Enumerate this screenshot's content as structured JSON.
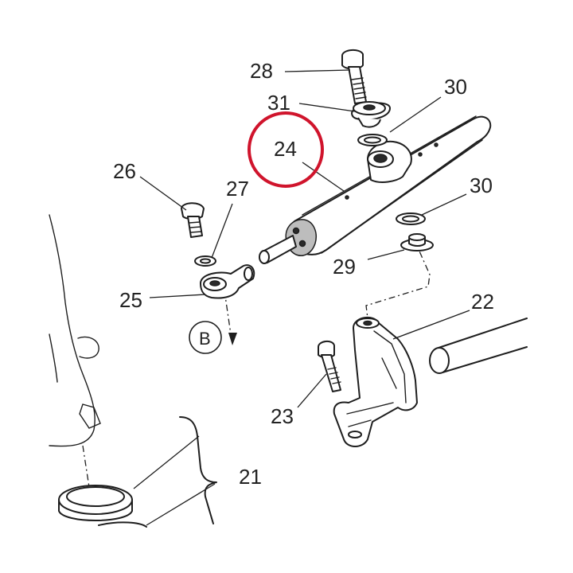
{
  "diagram": {
    "highlight_color": "#d0142c",
    "line_color": "#1e1e1e",
    "labels": {
      "p21": "21",
      "p22": "22",
      "p23": "23",
      "p24": "24",
      "p25": "25",
      "p26": "26",
      "p27": "27",
      "p28": "28",
      "p29": "29",
      "p30a": "30",
      "p30b": "30",
      "p31": "31",
      "ref_b": "B"
    }
  }
}
